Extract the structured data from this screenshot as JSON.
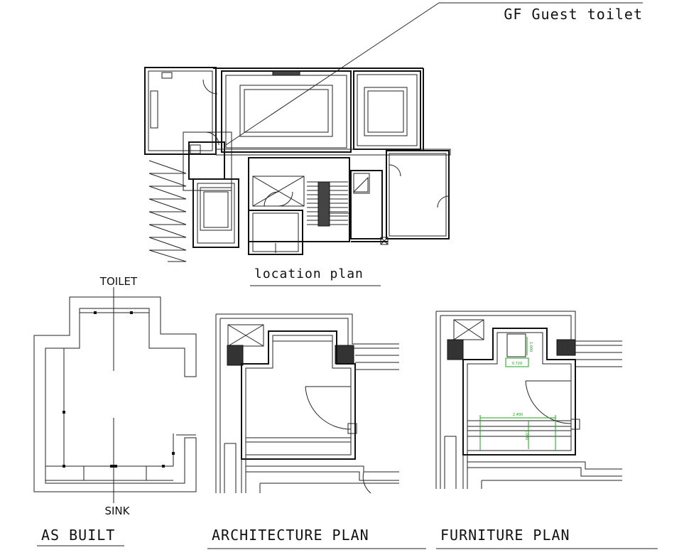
{
  "title_label": "GF Guest toilet",
  "location_plan_label": "location plan",
  "as_built": {
    "caption": "AS BUILT",
    "top_label": "TOILET",
    "bottom_label": "SINK"
  },
  "architecture_plan": {
    "caption": "ARCHITECTURE PLAN"
  },
  "furniture_plan": {
    "caption": "FURNITURE PLAN",
    "dimensions": [
      "0.720",
      "1.000",
      "2.400",
      "1.000"
    ]
  },
  "colors": {
    "line": "#111111",
    "dimension": "#1aa51a",
    "background": "#ffffff"
  }
}
